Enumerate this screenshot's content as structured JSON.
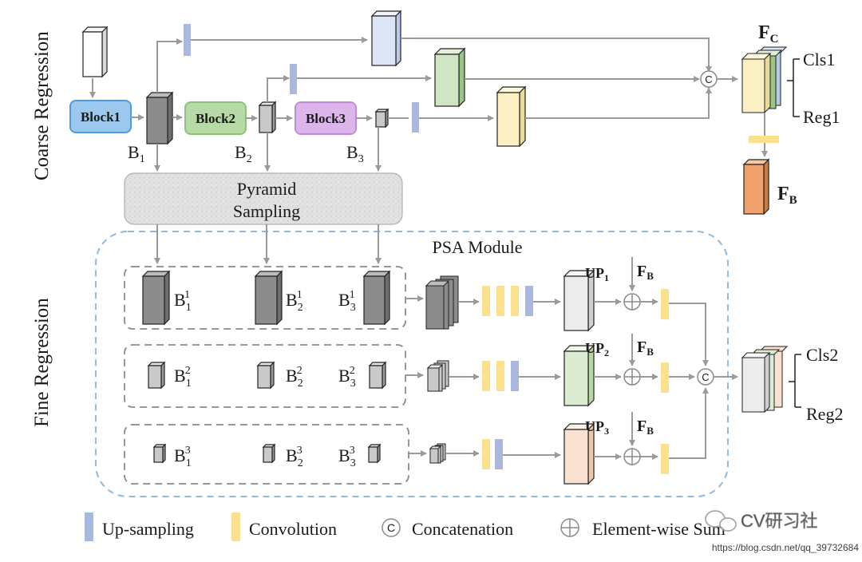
{
  "side_labels": {
    "coarse": "Coarse Regression",
    "fine": "Fine Regression"
  },
  "blocks": [
    "Block1",
    "Block2",
    "Block3"
  ],
  "b_labels": {
    "b1_base": "B",
    "b1_sub": "1",
    "b2_base": "B",
    "b2_sub": "2",
    "b3_base": "B",
    "b3_sub": "3"
  },
  "pyramid": {
    "line1": "Pyramid",
    "line2": "Sampling"
  },
  "psa_title": "PSA Module",
  "fc": {
    "base": "F",
    "sub": "C"
  },
  "fb": {
    "base": "F",
    "sub": "B"
  },
  "outputs": {
    "cls1": "Cls1",
    "reg1": "Reg1",
    "cls2": "Cls2",
    "reg2": "Reg2"
  },
  "row_labels": [
    [
      "B",
      "1",
      "1",
      "B",
      "2",
      "1",
      "B",
      "3",
      "1"
    ],
    [
      "B",
      "1",
      "2",
      "B",
      "2",
      "2",
      "B",
      "3",
      "2"
    ],
    [
      "B",
      "1",
      "3",
      "B",
      "2",
      "3",
      "B",
      "3",
      "3"
    ]
  ],
  "up_labels": [
    {
      "base": "UP",
      "sub": "1"
    },
    {
      "base": "UP",
      "sub": "2"
    },
    {
      "base": "UP",
      "sub": "3"
    }
  ],
  "legend": {
    "upsampling": "Up-sampling",
    "convolution": "Convolution",
    "concatenation": "Concatenation",
    "sum": "Element-wise Sum",
    "concat_symbol": "C"
  },
  "watermark": {
    "brand": "CV研习社",
    "url": "https://blog.csdn.net/qq_39732684"
  },
  "colors": {
    "upsample": "#a9b8dc",
    "conv": "#fbe08e",
    "block1": "#4d9be0",
    "block2": "#8cc27a",
    "block3": "#c18ad6",
    "gray_cube": "#8c8c8c",
    "dashed_border": "#8fb9df",
    "arrow": "#9a9a9a",
    "fb_cube": "#f0a06a"
  }
}
